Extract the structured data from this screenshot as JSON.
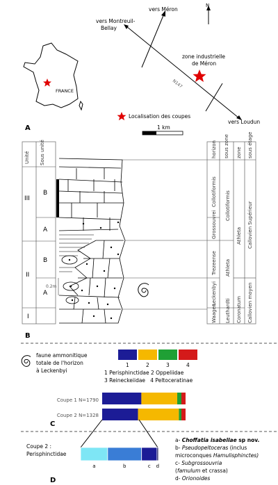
{
  "panel_letters": {
    "A": "A",
    "B": "B",
    "C": "C",
    "D": "D"
  },
  "map": {
    "north": "N",
    "country_label": "FRANCE",
    "towards_meron": "vers Méron",
    "towards_montreuil_line1": "vers Montreuil-",
    "towards_montreuil_line2": "Bellay",
    "zone_line1": "zone industrielle",
    "zone_line2": "de Méron",
    "road": "N147",
    "towards_loudun": "vers Loudun",
    "legend_label": "Localisation des coupes",
    "scale_label": "1 km"
  },
  "section": {
    "header_left": [
      "Unité",
      "Sous unité"
    ],
    "header_right": [
      "horizon",
      "sous zone",
      "zone",
      "sous étage"
    ],
    "units": [
      "III",
      "II",
      "I"
    ],
    "subunits": [
      "B",
      "A",
      "B",
      "A"
    ],
    "horizons": [
      "Collotiformis",
      "Grossouvrei",
      "Trezeense",
      "Leckenbyi",
      "Waagen"
    ],
    "sous_zones": [
      "Collotiformis",
      "Athleta",
      "Leuthardti"
    ],
    "zones": [
      "Athleta",
      "Coronatum"
    ],
    "sous_etages": [
      "Callovien Supérieur",
      "Callovien moyen"
    ],
    "scale_label": "0.2m"
  },
  "legend": {
    "line1": "faune ammonitique",
    "line2": "totale de l'horizon",
    "line3": "à Leckenbyi",
    "numbers": [
      "1",
      "2",
      "3",
      "4"
    ],
    "families_row1": "1 Perisphinctidae 2 Oppeliidae",
    "families_row2": "3 Reineckeiidae   4 Peltoceratinae",
    "colors": [
      "#1c1c96",
      "#f5b800",
      "#1fa035",
      "#d41a1a"
    ]
  },
  "chart_data": [
    {
      "type": "bar",
      "stacked": true,
      "orientation": "horizontal",
      "categories": [
        "Coupe 1 N=1790",
        "Coupe 2 N=1328"
      ],
      "series": [
        {
          "name": "1 Perisphinctidae",
          "values": [
            0.47,
            0.43
          ]
        },
        {
          "name": "2 Oppeliidae",
          "values": [
            0.43,
            0.49
          ]
        },
        {
          "name": "3 Reineckeiidae",
          "values": [
            0.05,
            0.03
          ]
        },
        {
          "name": "4 Peltoceratinae",
          "values": [
            0.05,
            0.05
          ]
        }
      ]
    },
    {
      "type": "bar",
      "stacked": true,
      "orientation": "horizontal",
      "title_line1": "Coupe 2 :",
      "title_line2": "Perisphinctidae",
      "categories": [
        "a",
        "b",
        "c",
        "d"
      ],
      "values": [
        0.35,
        0.44,
        0.2,
        0.01
      ],
      "colors": [
        "#7ee6f5",
        "#3a7dd6",
        "#1c1c96",
        "#0a0a55"
      ]
    }
  ],
  "species": [
    {
      "prefix": "a- ",
      "name": "Choffatia isabellae",
      "suffix": " sp nov."
    },
    {
      "prefix": "b- ",
      "name": "Pseudopeltoceras",
      "suffix": " (inclus"
    },
    {
      "prefix": "",
      "name": "microconques ",
      "suffix": "Hamulisphinctes)"
    },
    {
      "prefix": "c- ",
      "name": "Subgrossouvria",
      "suffix": ""
    },
    {
      "prefix": "(",
      "name": "famulum",
      "suffix": " et crassa)"
    },
    {
      "prefix": "d- ",
      "name": "Orionoides",
      "suffix": ""
    }
  ]
}
